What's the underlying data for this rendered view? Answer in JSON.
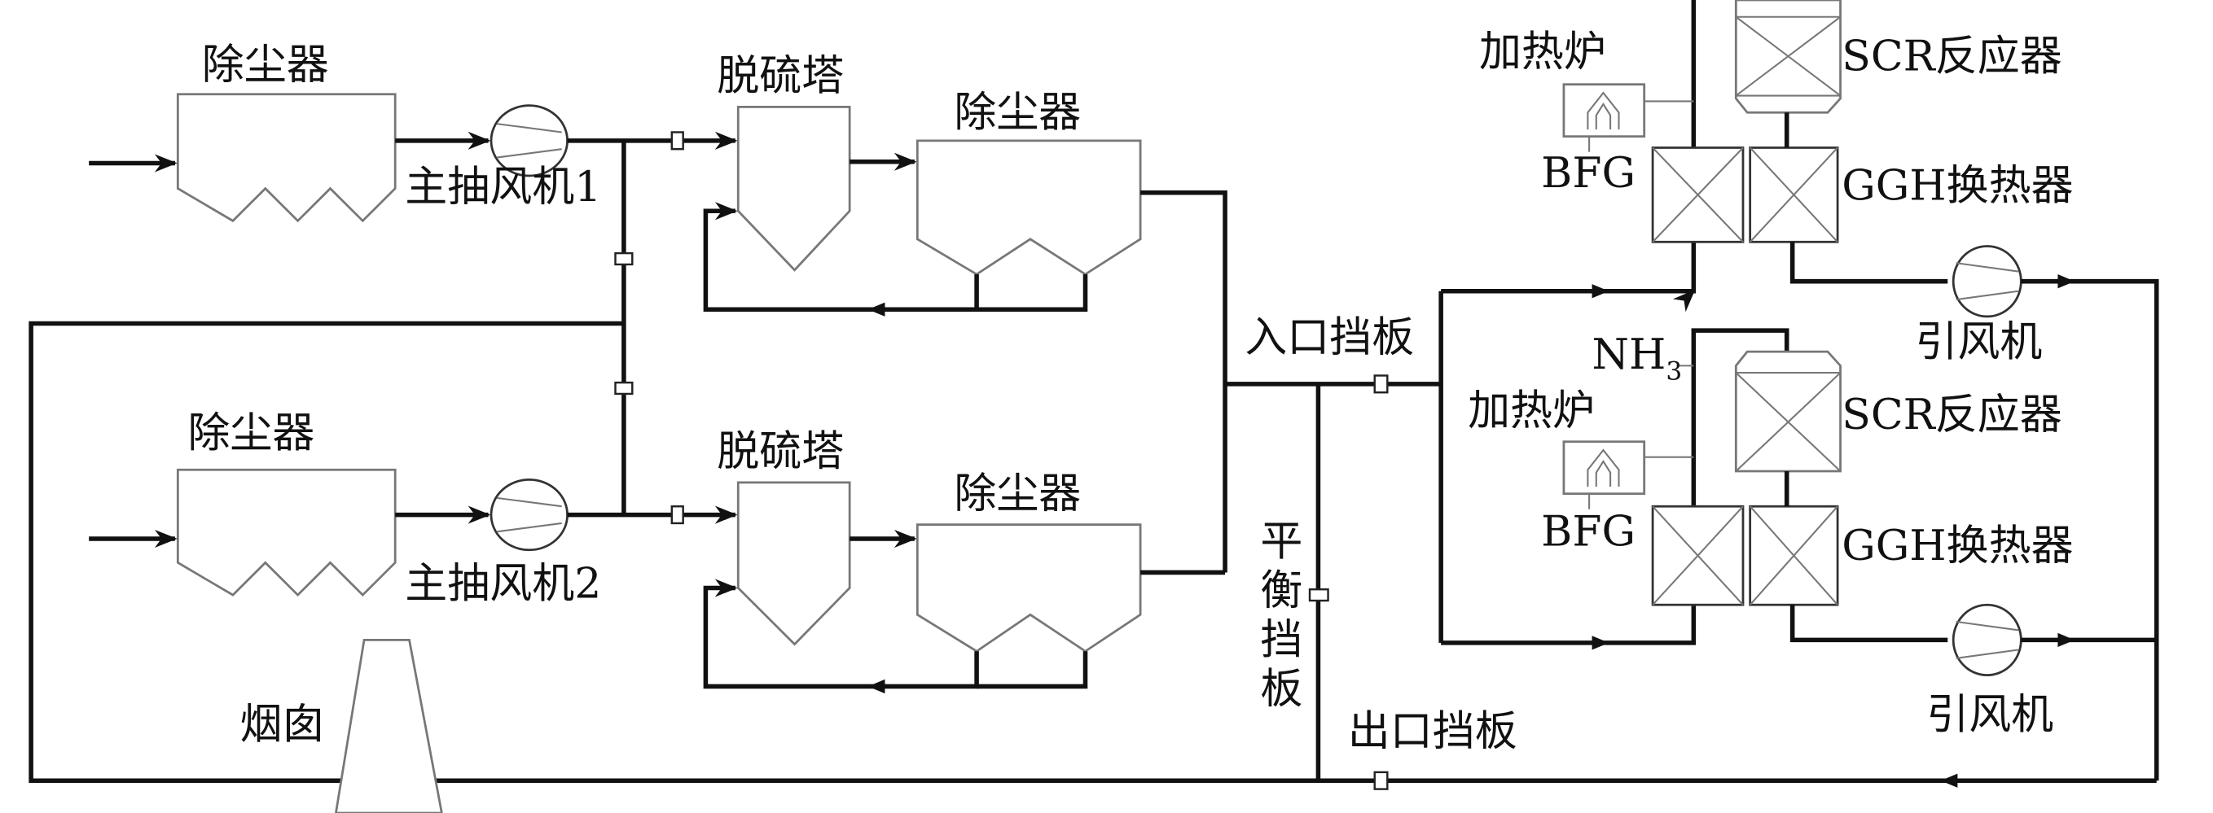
{
  "diagram": {
    "type": "process-flow",
    "labels": {
      "dust_collector_1": "除尘器",
      "dust_collector_2": "除尘器",
      "main_fan_1": "主抽风机1",
      "main_fan_2": "主抽风机2",
      "desulfurization_tower_1": "脱硫塔",
      "desulfurization_tower_2": "脱硫塔",
      "dust_collector_3": "除尘器",
      "dust_collector_4": "除尘器",
      "chimney": "烟囱",
      "inlet_damper": "入口挡板",
      "balance_damper": [
        "平",
        "衡",
        "挡",
        "板"
      ],
      "outlet_damper": "出口挡板",
      "heating_furnace_1": "加热炉",
      "heating_furnace_2": "加热炉",
      "bfg_1": "BFG",
      "bfg_2": "BFG",
      "nh3": "NH",
      "nh3_sub": "3",
      "scr_reactor_1": "SCR反应器",
      "scr_reactor_2": "SCR反应器",
      "ggh_1": "GGH换热器",
      "ggh_2": "GGH换热器",
      "induced_fan_1": "引风机",
      "induced_fan_2": "引风机"
    }
  }
}
